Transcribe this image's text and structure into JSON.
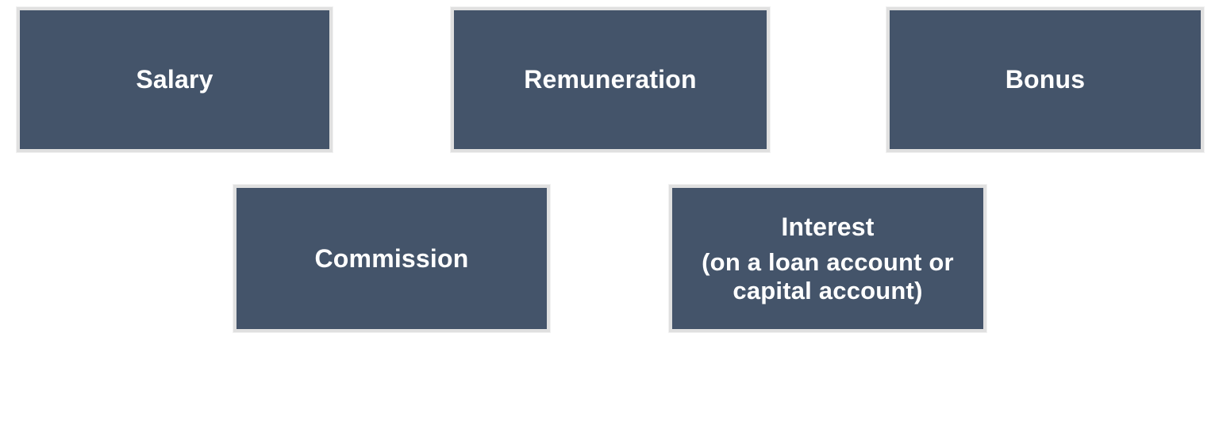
{
  "style": {
    "box_fill": "#44546A",
    "box_border": "#E0E0E0",
    "text_color": "#FFFFFF",
    "page_bg": "#FFFFFF"
  },
  "diagram": {
    "description": "Five labeled boxes in two rows",
    "boxes": [
      {
        "id": "salary",
        "label": "Salary"
      },
      {
        "id": "remuneration",
        "label": "Remuneration"
      },
      {
        "id": "bonus",
        "label": "Bonus"
      },
      {
        "id": "commission",
        "label": "Commission"
      },
      {
        "id": "interest",
        "label": "Interest",
        "sublabel_line1": "(on a loan account or",
        "sublabel_line2": "capital account)"
      }
    ]
  }
}
